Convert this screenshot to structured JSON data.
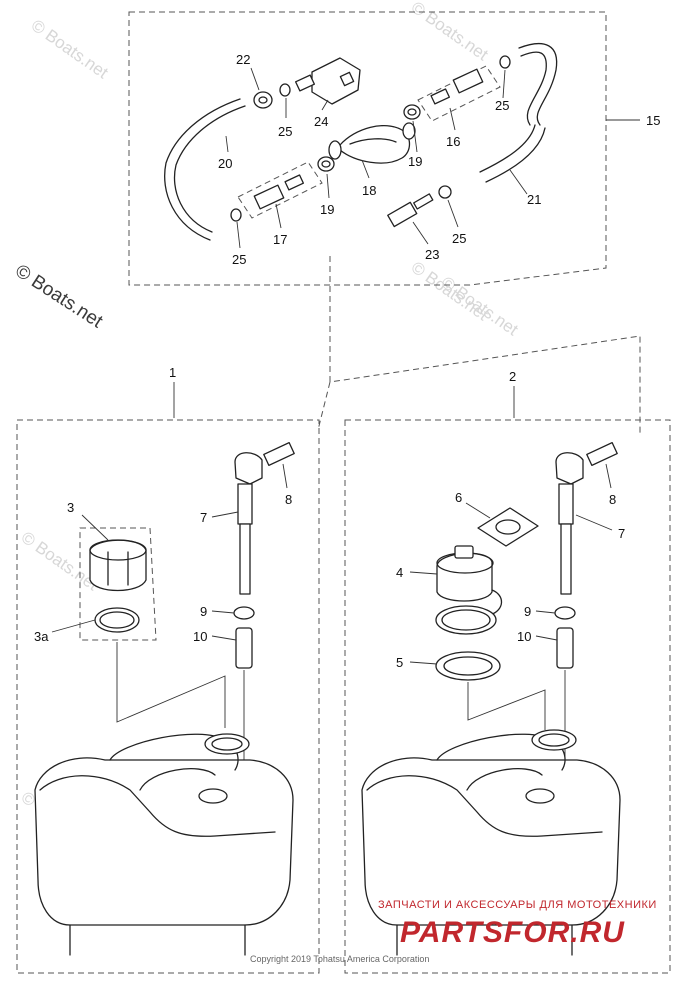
{
  "callouts": {
    "c22": "22",
    "c24": "24",
    "c25a": "25",
    "c25b": "25",
    "c25c": "25",
    "c25d": "25",
    "c15": "15",
    "c16": "16",
    "c17": "17",
    "c18": "18",
    "c19a": "19",
    "c19b": "19",
    "c20": "20",
    "c21": "21",
    "c23": "23",
    "c1": "1",
    "c2": "2",
    "c3": "3",
    "c3a": "3a",
    "c4": "4",
    "c5": "5",
    "c6": "6",
    "c7a": "7",
    "c7b": "7",
    "c8a": "8",
    "c8b": "8",
    "c9a": "9",
    "c9b": "9",
    "c10a": "10",
    "c10b": "10"
  },
  "watermarks": {
    "main": "© Boats.net",
    "faint": "© Boats.net"
  },
  "copyright": "Copyright 2019 Tohatsu America Corporation",
  "promo": {
    "tagline": "ЗАПЧАСТИ И АКСЕССУАРЫ ДЛЯ МОТОТЕХНИКИ",
    "brand": "PARTSFOR.RU"
  },
  "colors": {
    "line": "#222222",
    "watermark": "#d7d7d7",
    "promo": "#c1272d"
  }
}
